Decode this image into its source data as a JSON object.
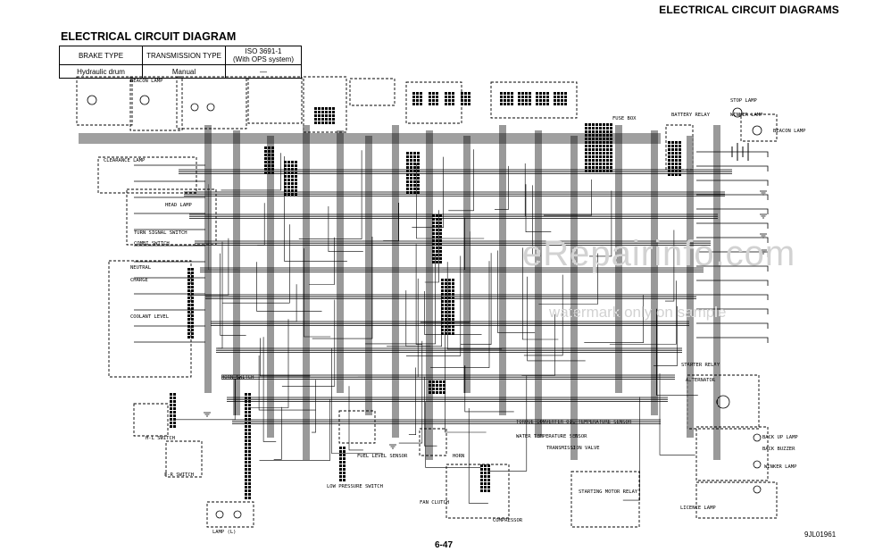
{
  "header": {
    "section_title": "ELECTRICAL CIRCUIT DIAGRAMS",
    "diagram_title": "ELECTRICAL CIRCUIT DIAGRAM"
  },
  "spec_table": {
    "headers": [
      "BRAKE TYPE",
      "TRANSMISSION TYPE",
      "ISO 3691-1\n(With OPS system)"
    ],
    "row": [
      "Hydraulic drum",
      "Manual",
      "—"
    ]
  },
  "labels": {
    "beacon_lamp": "BEACON LAMP",
    "stop_lamp": "STOP LAMP",
    "winker_lamp": "WINKER LAMP",
    "battery_relay": "BATTERY RELAY",
    "fuse_box": "FUSE BOX",
    "head_lamp": "HEAD LAMP",
    "clearance_lamp": "CLEARANCE LAMP",
    "turn_signal_switch": "TURN SIGNAL SWITCH",
    "combi_switch": "COMBI SWITCH",
    "neutral": "NEUTRAL",
    "charge": "CHARGE",
    "coolant_level": "COOLANT LEVEL",
    "horn_switch": "HORN SWITCH",
    "starter_relay": "STARTER RELAY",
    "alternator": "ALTERNATOR",
    "torque_converter": "TORQUE CONVERTER OIL TEMPERATURE SENSOR",
    "water_temp": "WATER TEMPERATURE SENSOR",
    "transmission_valve": "TRANSMISSION VALVE",
    "back_up_lamp": "BACK UP LAMP",
    "back_buzzer": "BACK BUZZER",
    "licence_lamp": "LICENCE LAMP",
    "fuel_level_sensor": "FUEL LEVEL SENSOR",
    "fan_clutch": "FAN CLUTCH",
    "compressor": "COMPRESSOR",
    "horn": "HORN",
    "starting_motor_relay": "STARTING MOTOR RELAY",
    "low_pressure_switch": "LOW PRESSURE SWITCH",
    "fr_switch": "F-R SWITCH",
    "hl_switch": "H-L SWITCH",
    "lamp_l": "LAMP (L)"
  },
  "watermark": {
    "site": "eRepairinfo.com",
    "note": "watermark only on sample"
  },
  "footer": {
    "page_number": "6-47",
    "doc_id": "9JL01961"
  }
}
